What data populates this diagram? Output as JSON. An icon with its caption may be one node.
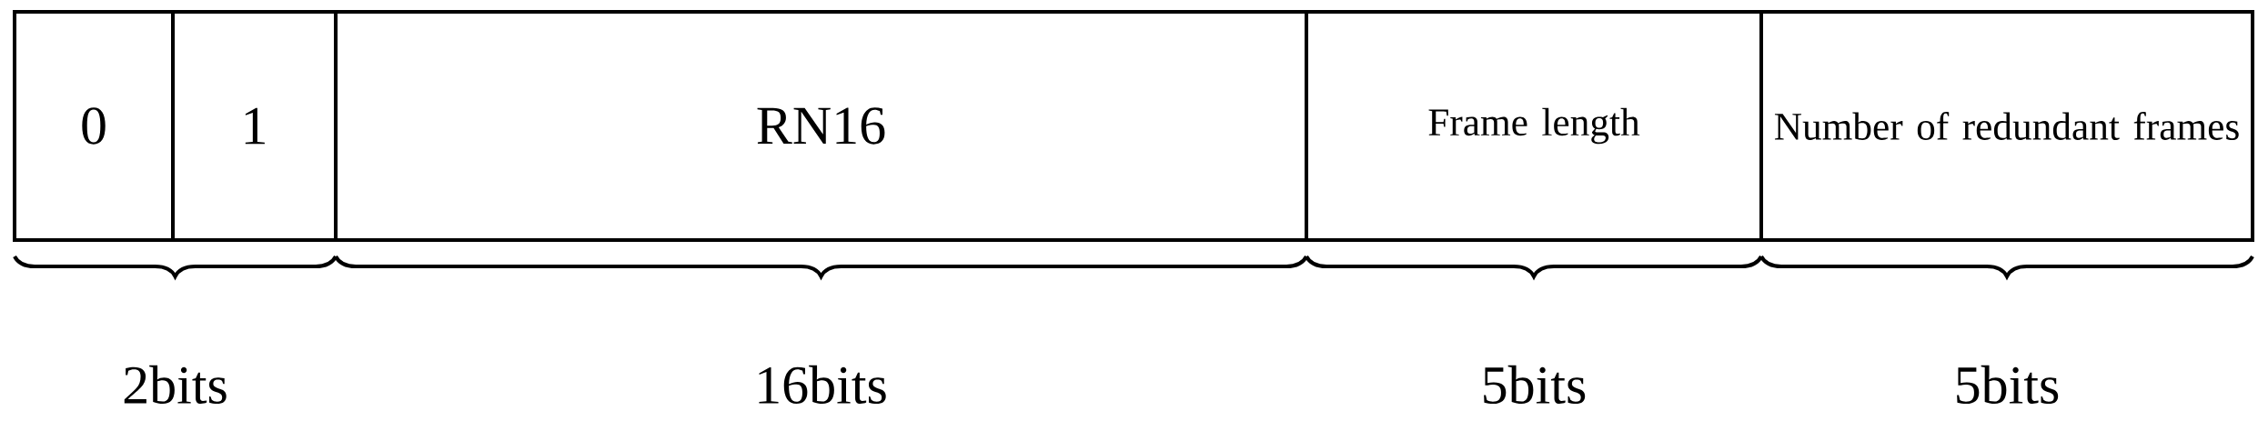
{
  "diagram": {
    "nodes": [
      {
        "text": [
          "0"
        ]
      },
      {
        "text": [
          "1"
        ]
      },
      {
        "text": [
          "RN16"
        ]
      },
      {
        "text": [
          "Frame length"
        ]
      },
      {
        "text": [
          "Number of redundant frames"
        ]
      }
    ],
    "labels": [
      "2bits",
      "16bits",
      "5bits",
      "5bits"
    ]
  }
}
